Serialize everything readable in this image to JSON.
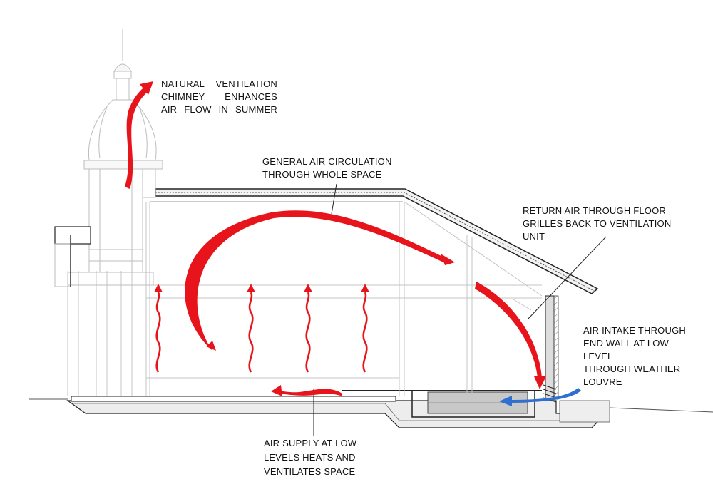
{
  "annotations": {
    "chimney": [
      "NATURAL VENTILATION",
      "CHIMNEY   ENHANCES",
      "AIR FLOW IN SUMMER"
    ],
    "circulation": [
      "GENERAL AIR CIRCULATION",
      "THROUGH WHOLE SPACE"
    ],
    "return_air": [
      "RETURN AIR THROUGH FLOOR",
      "GRILLES BACK TO VENTILATION",
      "UNIT"
    ],
    "intake": [
      "AIR INTAKE THROUGH",
      "END  WALL  AT  LOW",
      "LEVEL",
      "THROUGH  WEATHER",
      "LOUVRE"
    ],
    "supply": [
      "AIR SUPPLY AT LOW",
      "LEVELS HEATS AND",
      "VENTILATES SPACE"
    ]
  },
  "colors": {
    "warm_air": "#e8141c",
    "fresh_air": "#2f6fd0",
    "linework": "#333333",
    "faint_linework": "#bfbfbf"
  }
}
